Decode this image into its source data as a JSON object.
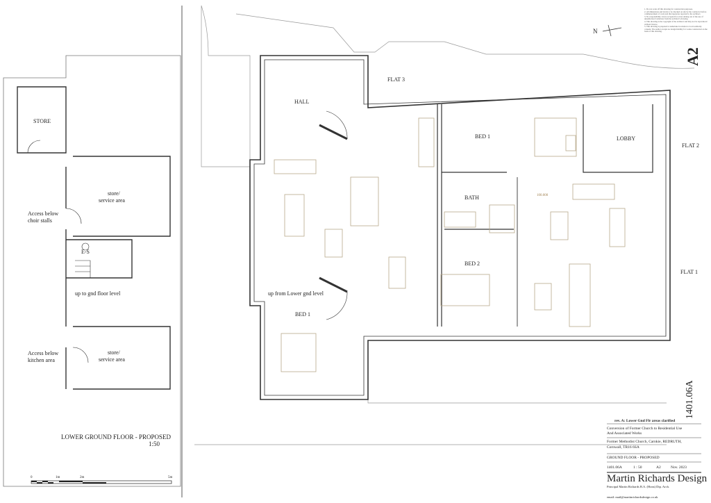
{
  "notes": [
    "1. Do not scale off this drawing for construction purposes.",
    "2. All dimensions and levels to be checked on site by the contractor before commencement of work and discrepancies reported to the architect.",
    "3. No responsibility can be accepted for errors arising out of the use of unauthorised variations from the architect's drawing.",
    "4. This drawing is the copyright of the architect and may not be reproduced without licence.",
    "5. This drawing is prepared to undertake in relation to local authority consent. The author accepts no design liability for works constructed on the basis of this drawing."
  ],
  "sheet_size": "A2",
  "north_label": "N",
  "lower_plan": {
    "title": "LOWER GROUND FLOOR - PROPOSED",
    "scale": "1:50",
    "rooms": {
      "store": "STORE",
      "service1_a": "store/",
      "service1_b": "service area",
      "access_choir_a": "Access below",
      "access_choir_b": "choir stalls",
      "es": "E-S",
      "up_gnd": "up to gnd floor level",
      "access_kitchen_a": "Access below",
      "access_kitchen_b": "kitchen area",
      "service2_a": "store/",
      "service2_b": "service area"
    },
    "scale_bar": [
      "0",
      "1m",
      "2m",
      "5m"
    ]
  },
  "ground_plan": {
    "rooms": {
      "hall": "HALL",
      "flat3": "FLAT 3",
      "bed1_flat2": "BED 1",
      "lobby": "LOBBY",
      "flat2": "FLAT 2",
      "bath": "BATH",
      "level": "100.000",
      "bed2": "BED 2",
      "flat1": "FLAT 1",
      "up_from": "up from Lower gnd level",
      "bed1_flat3": "BED 1"
    }
  },
  "title_block": {
    "revision": "rev. A: Lower Gnd Flr areas clarified",
    "project_1": "Conversion of Former Church to Residential Use",
    "project_2": "And Associated Works",
    "address_1": "Former Methodist Church, Carnkie, REDRUTH,",
    "address_2": "Cornwall, TR16 6SA",
    "drawing_title": "GROUND FLOOR - PROPOSED",
    "drawing_no": "1401.06A",
    "scale": "1 : 50",
    "paper": "A2",
    "date": "Nov. 2023",
    "drawing_no_large": "1401.06A",
    "firm": "Martin Richards Design",
    "principal": "Principal Martin Richards B.A. (Hons) Dip. Arch.",
    "email": "email: mail@martinrichardsdesign.co.uk"
  },
  "colors": {
    "wall": "#333333",
    "furniture": "#b8a98a",
    "line": "#444444"
  }
}
